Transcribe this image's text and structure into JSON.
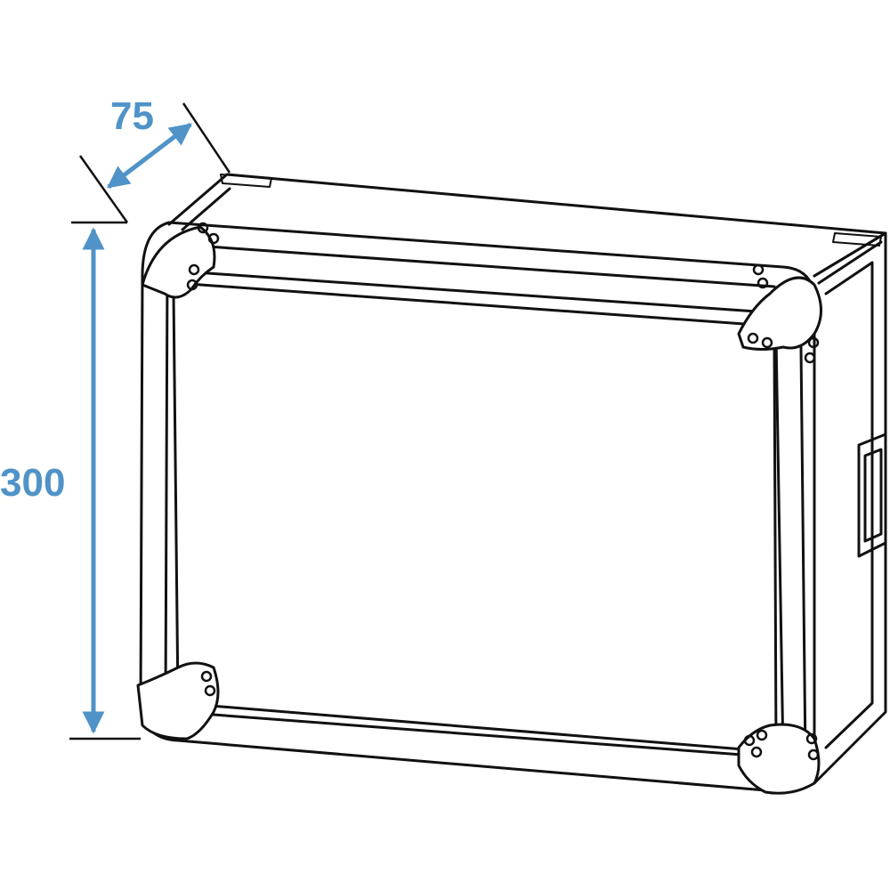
{
  "dimensions": {
    "depth_label": "75",
    "height_label": "300"
  },
  "colors": {
    "dimension": "#4f93c8",
    "outline": "#111111"
  },
  "icons": [
    "flight-case-drawing",
    "double-arrow-icon",
    "case-handle-icon"
  ]
}
